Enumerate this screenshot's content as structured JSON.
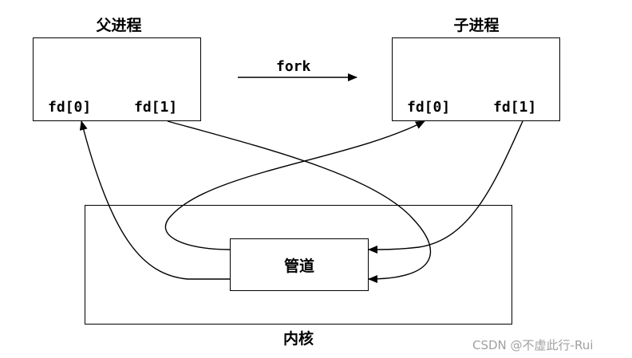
{
  "parent_process": {
    "title": "父进程",
    "fd0": "fd[0]",
    "fd1": "fd[1]"
  },
  "child_process": {
    "title": "子进程",
    "fd0": "fd[0]",
    "fd1": "fd[1]"
  },
  "fork_label": "fork",
  "pipe_label": "管道",
  "kernel_label": "内核",
  "watermark": "CSDN @不虚此行-Rui"
}
